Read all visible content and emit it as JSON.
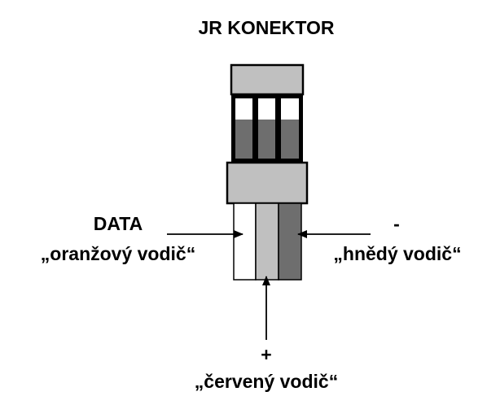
{
  "title": "JR KONEKTOR",
  "labels": {
    "data_pin": {
      "name": "DATA",
      "wire": "„oranžový vodič“"
    },
    "minus_pin": {
      "name": "-",
      "wire": "„hnědý vodič“"
    },
    "plus_pin": {
      "name": "+",
      "wire": "„červený vodič“"
    }
  },
  "colors": {
    "outline": "#000000",
    "body_light_gray": "#c0c0c0",
    "contact_dark_gray": "#6e6e6e",
    "wire_white": "#ffffff",
    "wire_light_gray": "#c0c0c0",
    "wire_dark_gray": "#6e6e6e"
  }
}
